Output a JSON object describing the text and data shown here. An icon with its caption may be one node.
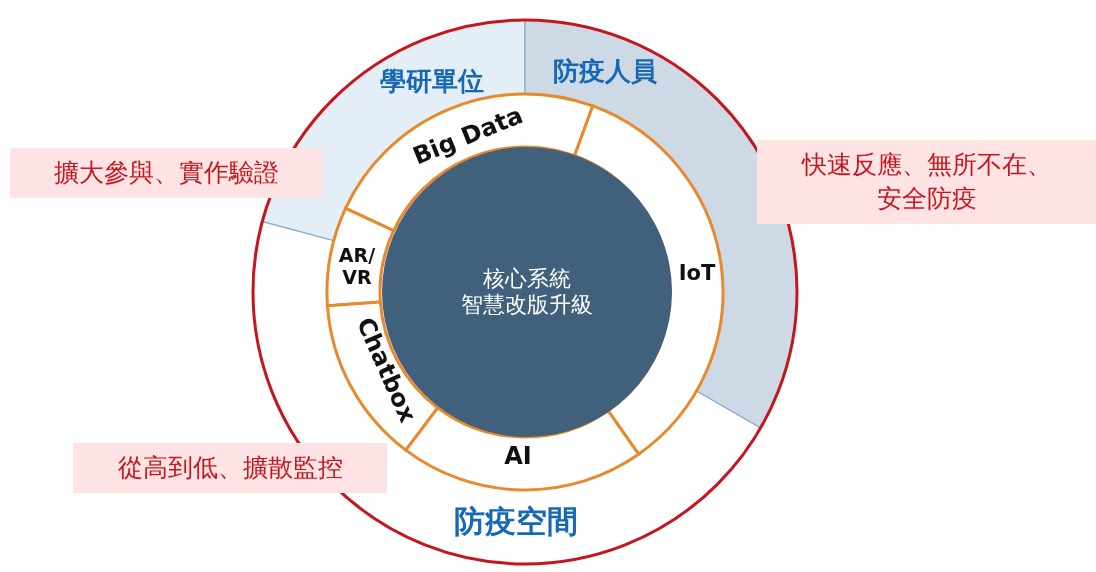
{
  "diagram": {
    "nodes": [
      {
        "text": [
          "學研單位"
        ]
      },
      {
        "text": [
          "防疫人員"
        ]
      },
      {
        "text": [
          "Big Data"
        ]
      },
      {
        "text": [
          "AR/VR"
        ]
      },
      {
        "text": [
          "核心系統",
          "智慧改版升級"
        ]
      },
      {
        "text": [
          "IoT"
        ]
      },
      {
        "text": [
          "Chatbox"
        ]
      },
      {
        "text": [
          "AI"
        ]
      },
      {
        "text": [
          "防疫空間"
        ]
      }
    ],
    "labels": [
      "擴大參與、實作驗證",
      "快速反應、無所不在、安全防疫",
      "從高到低、擴散監控"
    ]
  }
}
